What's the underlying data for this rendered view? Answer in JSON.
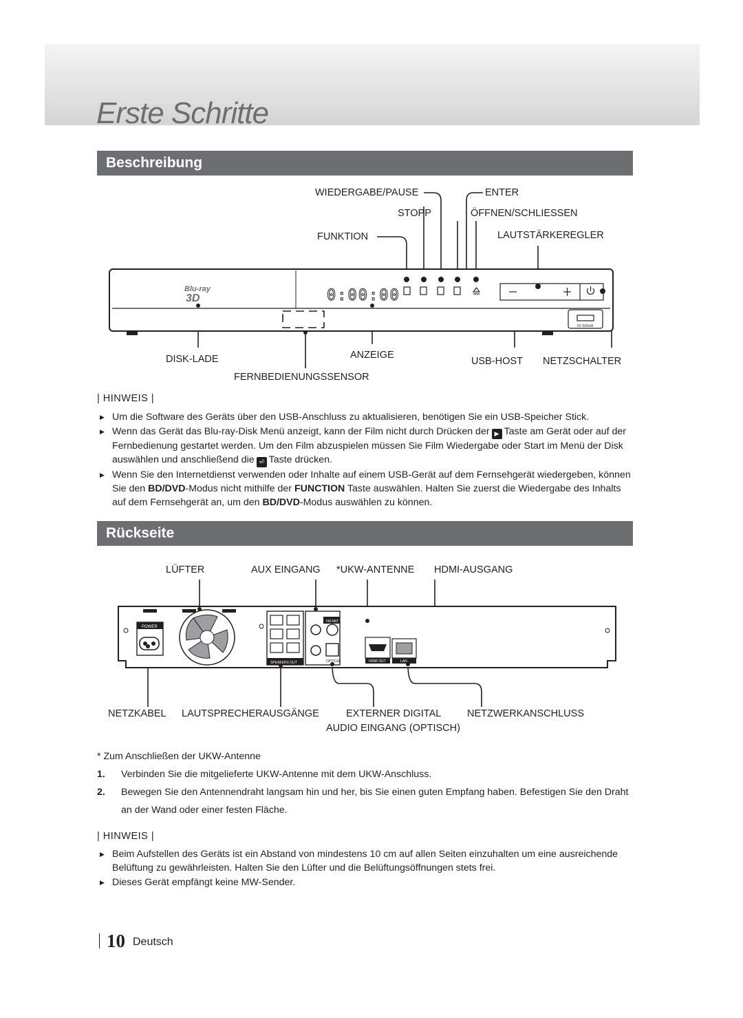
{
  "chapter": {
    "title": "Erste Schritte"
  },
  "front": {
    "heading": "Beschreibung",
    "labels": {
      "wiedergabe_pause": "WIEDERGABE/PAUSE",
      "stopp": "STOPP",
      "funktion": "FUNKTION",
      "enter": "ENTER",
      "oeffnen": "ÖFFNEN/SCHLIESSEN",
      "lautstaerke": "LAUTSTÄRKEREGLER",
      "disk_lade": "DISK-LADE",
      "anzeige": "ANZEIGE",
      "fernbedienung": "FERNBEDIENUNGSSENSOR",
      "usb_host": "USB-HOST",
      "netzschalter": "NETZSCHALTER"
    },
    "device_text": {
      "logo_top": "Blu-ray",
      "logo_bottom": "3D",
      "display": "0:00:00",
      "usb_rating": "5V 500mA"
    },
    "note_label": "| HINWEIS |",
    "notes": [
      "Um die Software des Geräts über den USB-Anschluss zu aktualisieren, benötigen Sie ein USB-Speicher Stick.",
      {
        "a": "Wenn das Gerät das Blu-ray-Disk Menü anzeigt, kann der Film nicht durch Drücken der",
        "b": "Taste am Gerät oder auf der Fernbedienung gestartet werden. Um den Film abzuspielen müssen Sie Film Wiedergabe oder Start im Menü der Disk auswählen und anschließend die",
        "c": "Taste drücken."
      },
      {
        "a": "Wenn Sie den Internetdienst verwenden oder Inhalte auf einem USB-Gerät auf dem Fernsehgerät wiedergeben, können Sie den",
        "b1": "BD/DVD",
        "b": "-Modus nicht mithilfe der",
        "c1": "FUNCTION",
        "c": "Taste auswählen. Halten Sie zuerst die Wiedergabe des Inhalts auf dem Fernsehgerät an, um den",
        "d1": "BD/DVD",
        "d": "-Modus auswählen zu können."
      }
    ]
  },
  "rear": {
    "heading": "Rückseite",
    "labels": {
      "luefter": "LÜFTER",
      "aux": "AUX EINGANG",
      "ukw": "*UKW-ANTENNE",
      "hdmi": "HDMI-AUSGANG",
      "netzkabel": "NETZKABEL",
      "lautsprecher": "LAUTSPRECHERAUSGÄNGE",
      "externer": "EXTERNER DIGITAL",
      "audio_optisch": "AUDIO EINGANG (OPTISCH)",
      "netzwerk": "NETZWERKANSCHLUSS"
    },
    "device_text": {
      "power": "POWER",
      "speakers_out": "SPEAKERS OUT",
      "fm_ant": "FM ANT",
      "optical": "OPTICAL",
      "hdmi_out": "HDMI OUT",
      "lan": "LAN"
    },
    "footnote_title": "* Zum Anschließen der UKW-Antenne",
    "steps": [
      {
        "num": "1.",
        "text": "Verbinden Sie die mitgelieferte UKW-Antenne mit dem UKW-Anschluss."
      },
      {
        "num": "2.",
        "text": "Bewegen Sie den Antennendraht langsam hin und her, bis Sie einen guten Empfang haben. Befestigen Sie den Draht an der Wand oder einer festen Fläche."
      }
    ],
    "note_label": "| HINWEIS |",
    "notes": [
      "Beim Aufstellen des Geräts ist ein Abstand von mindestens 10 cm auf allen Seiten einzuhalten um eine ausreichende Belüftung zu gewährleisten. Halten Sie den Lüfter und die Belüftungsöffnungen stets frei.",
      "Dieses Gerät empfängt keine MW-Sender."
    ]
  },
  "footer": {
    "page": "10",
    "language": "Deutsch"
  }
}
